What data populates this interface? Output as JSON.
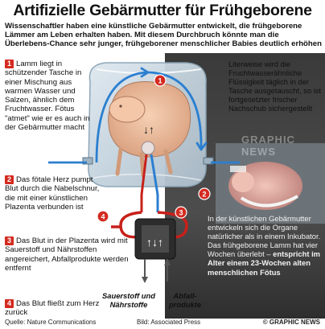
{
  "title": "Artifizielle Gebärmutter für Frühgeborene",
  "intro": "Wissenschaftler haben eine künstliche Gebärmutter entwickelt, die frühgeborene Lämmer am Leben erhalten haben.  Mit diesem Durchbruch könnte man die Überlebens-Chance sehr junger, frühgeborener menschlicher Babies deutlich erhöhen",
  "steps": [
    {
      "num": "1",
      "text": "Lamm liegt in schützender Tasche in einer Mischung aus warmen Wasser und Salzen, ähnlich dem Fruchtwasser. Fötus \"atmet\" wie er es auch in der Gebärmutter macht"
    },
    {
      "num": "2",
      "text": "Das fötale Herz pumpt Blut durch die Nabelschnur, die mit einer künstlichen Plazenta verbunden ist"
    },
    {
      "num": "3",
      "text": "Das Blut in der Plazenta wird mit Sauerstoff und Nährstoffen angereichert, Abfallprodukte werden entfernt"
    },
    {
      "num": "4",
      "text": "Das Blut fließt zum Herz zurück"
    }
  ],
  "note_top": "Literweise wird die Fruchtwasserähnliche Flüssigkeit täglich in der Tasche ausgetauscht, so ist fortgesetzter frischer Nachschub sichergestellt",
  "note_bottom_plain": "In der künstlichen Gebärmutter entwickeln sich die Organe natürlicher als in einem Inkubator. Das frühgeborene Lamm hat vier Wochen überlebt –",
  "note_bottom_bold": "entspricht im Alter einem 23-Wochen alten menschlichen Fötus",
  "label_oxygen": "Sauerstoff und Nährstoffe",
  "label_waste": "Abfall-produkte",
  "watermark": "GRAPHIC NEWS",
  "source": "Quelle: Nature Communications",
  "photo_credit": "Bild: Associated Press",
  "copyright": "© GRAPHIC NEWS",
  "colors": {
    "accent_red": "#d42a1f",
    "flow_blue": "#2b7fd0",
    "blood_red": "#c8201a",
    "dark_panel": "#404040"
  }
}
